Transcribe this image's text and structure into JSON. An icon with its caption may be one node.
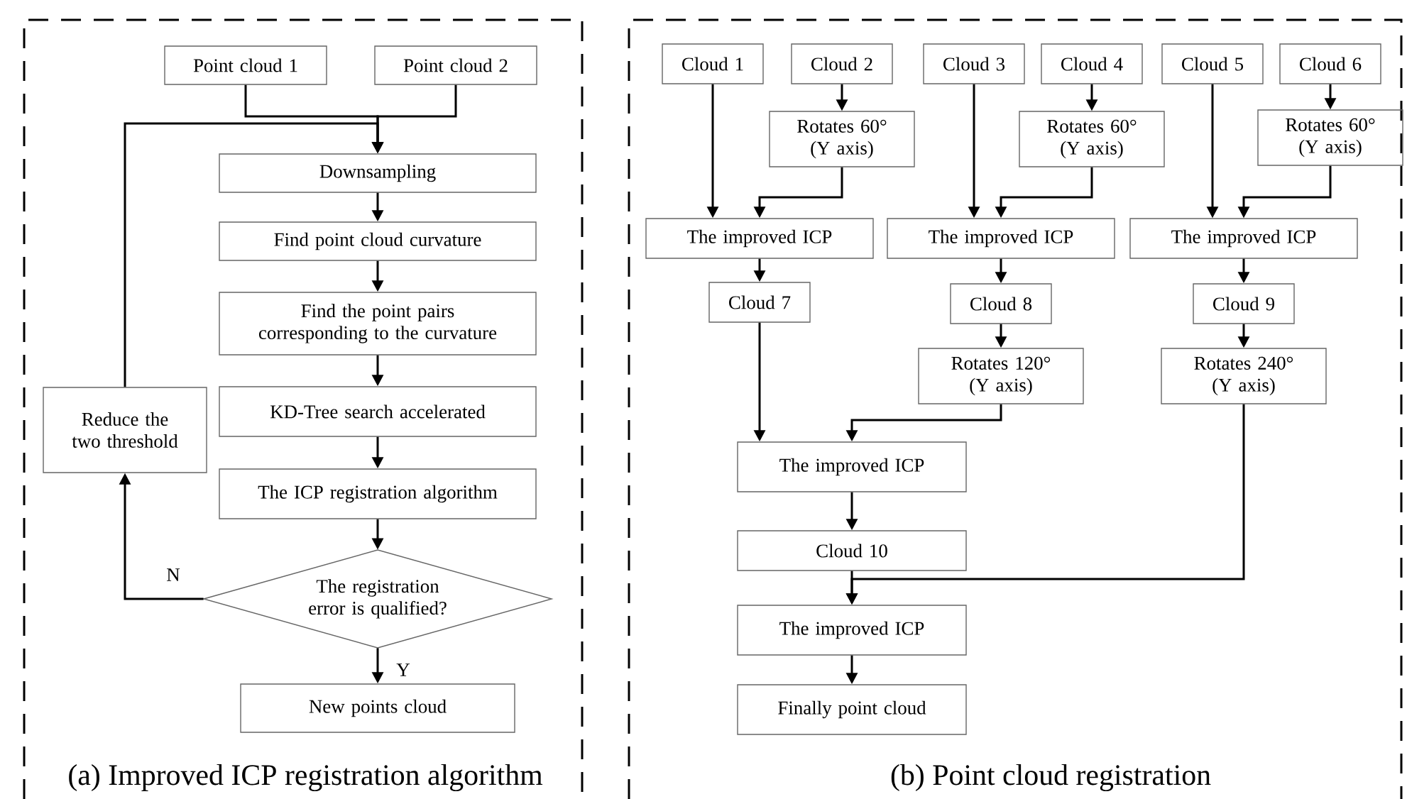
{
  "diagram": {
    "nodes": [
      {
        "text": [
          "(a) Improved ICP registration algorithm"
        ]
      },
      {
        "text": [
          "Point cloud 1"
        ],
        "in": 0
      },
      {
        "text": [
          "Point cloud 2"
        ],
        "in": 0
      },
      {
        "text": [
          "Downsampling"
        ],
        "in": 0
      },
      {
        "text": [
          "Find point cloud curvature"
        ],
        "in": 0
      },
      {
        "text": [
          "Find the point pairs corresponding to the curvature"
        ],
        "in": 0
      },
      {
        "text": [
          "KD-Tree search accelerated"
        ],
        "in": 0
      },
      {
        "text": [
          "The ICP registration algorithm"
        ],
        "in": 0
      },
      {
        "text": [
          "The registration error is qualified?"
        ],
        "in": 0
      },
      {
        "text": [
          "New points cloud"
        ],
        "in": 0
      },
      {
        "text": [
          "Reduce the two threshold"
        ],
        "in": 0
      },
      {
        "text": [
          "(b) Point cloud registration"
        ]
      },
      {
        "text": [
          "Cloud 1"
        ],
        "in": 11
      },
      {
        "text": [
          "Cloud 2"
        ],
        "in": 11
      },
      {
        "text": [
          "Cloud 3"
        ],
        "in": 11
      },
      {
        "text": [
          "Cloud 4"
        ],
        "in": 11
      },
      {
        "text": [
          "Cloud 5"
        ],
        "in": 11
      },
      {
        "text": [
          "Cloud 6"
        ],
        "in": 11
      },
      {
        "text": [
          "Rotates 60° (Y axis)"
        ],
        "in": 11
      },
      {
        "text": [
          "Rotates 60° (Y axis)"
        ],
        "in": 11
      },
      {
        "text": [
          "Rotates 60° (Y axis)"
        ],
        "in": 11
      },
      {
        "text": [
          "The improved ICP"
        ],
        "in": 11
      },
      {
        "text": [
          "The improved ICP"
        ],
        "in": 11
      },
      {
        "text": [
          "The improved ICP"
        ],
        "in": 11
      },
      {
        "text": [
          "Cloud 7"
        ],
        "in": 11
      },
      {
        "text": [
          "Cloud 8"
        ],
        "in": 11
      },
      {
        "text": [
          "Cloud 9"
        ],
        "in": 11
      },
      {
        "text": [
          "Rotates 120° (Y axis)"
        ],
        "in": 11
      },
      {
        "text": [
          "Rotates 240° (Y axis)"
        ],
        "in": 11
      },
      {
        "text": [
          "The improved ICP"
        ],
        "in": 11
      },
      {
        "text": [
          "Cloud 10"
        ],
        "in": 11
      },
      {
        "text": [
          "The improved ICP"
        ],
        "in": 11
      },
      {
        "text": [
          "Finally point cloud"
        ],
        "in": 11
      }
    ],
    "edges": [
      {
        "from": 1,
        "to": 3,
        "arrow": "to"
      },
      {
        "from": 2,
        "to": 3,
        "arrow": "to"
      },
      {
        "from": 3,
        "to": 4,
        "arrow": "to"
      },
      {
        "from": 4,
        "to": 5,
        "arrow": "to"
      },
      {
        "from": 5,
        "to": 6,
        "arrow": "to"
      },
      {
        "from": 6,
        "to": 7,
        "arrow": "to"
      },
      {
        "from": 7,
        "to": 8,
        "arrow": "to"
      },
      {
        "from": 8,
        "to": 9,
        "arrow": "to",
        "label": "Y"
      },
      {
        "from": 8,
        "to": 10,
        "arrow": "to",
        "label": "N"
      },
      {
        "from": 10,
        "to": 3,
        "arrow": "to"
      },
      {
        "from": 12,
        "to": 21,
        "arrow": "to"
      },
      {
        "from": 13,
        "to": 18,
        "arrow": "to"
      },
      {
        "from": 18,
        "to": 21,
        "arrow": "to"
      },
      {
        "from": 14,
        "to": 22,
        "arrow": "to"
      },
      {
        "from": 15,
        "to": 19,
        "arrow": "to"
      },
      {
        "from": 19,
        "to": 22,
        "arrow": "to"
      },
      {
        "from": 16,
        "to": 23,
        "arrow": "to"
      },
      {
        "from": 17,
        "to": 20,
        "arrow": "to"
      },
      {
        "from": 20,
        "to": 23,
        "arrow": "to"
      },
      {
        "from": 21,
        "to": 24,
        "arrow": "to"
      },
      {
        "from": 22,
        "to": 25,
        "arrow": "to"
      },
      {
        "from": 23,
        "to": 26,
        "arrow": "to"
      },
      {
        "from": 25,
        "to": 27,
        "arrow": "to"
      },
      {
        "from": 26,
        "to": 28,
        "arrow": "to"
      },
      {
        "from": 24,
        "to": 29,
        "arrow": "to"
      },
      {
        "from": 27,
        "to": 29,
        "arrow": "to"
      },
      {
        "from": 29,
        "to": 30,
        "arrow": "to"
      },
      {
        "from": 30,
        "to": 31,
        "arrow": "to"
      },
      {
        "from": 28,
        "to": 31,
        "arrow": "to"
      },
      {
        "from": 31,
        "to": 32,
        "arrow": "to"
      }
    ]
  }
}
